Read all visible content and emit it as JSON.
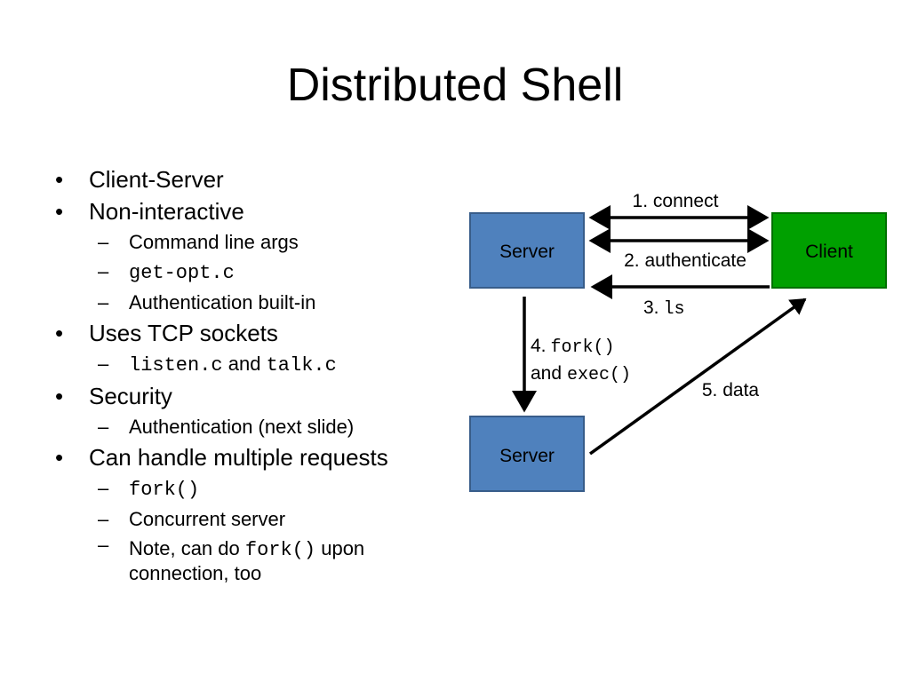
{
  "title": "Distributed Shell",
  "bullets": {
    "b1": "Client-Server",
    "b2": "Non-interactive",
    "b2_s1": "Command line args",
    "b2_s2": "get-opt.c",
    "b2_s3": "Authentication built-in",
    "b3": "Uses TCP sockets",
    "b3_s1_a": "listen.c",
    "b3_s1_and": "and",
    "b3_s1_b": "talk.c",
    "b4": "Security",
    "b4_s1": "Authentication (next slide)",
    "b5": "Can handle multiple requests",
    "b5_s1": "fork()",
    "b5_s2": "Concurrent server",
    "b5_s3_pre": "Note, can do",
    "b5_s3_code": "fork()",
    "b5_s3_post": "upon",
    "b5_s3_line2": "connection, too"
  },
  "diagram": {
    "server_top": "Server",
    "client": "Client",
    "server_bottom": "Server",
    "step1": "1. connect",
    "step2": "2. authenticate",
    "step3_num": "3.",
    "step3_code": "ls",
    "step4_num": "4.",
    "step4_code1": "fork()",
    "step4_and": "and",
    "step4_code2": "exec()",
    "step5": "5. data",
    "colors": {
      "server_fill": "#4f81bd",
      "server_stroke": "#385d8a",
      "client_fill": "#00a000",
      "client_stroke": "#007000"
    }
  }
}
